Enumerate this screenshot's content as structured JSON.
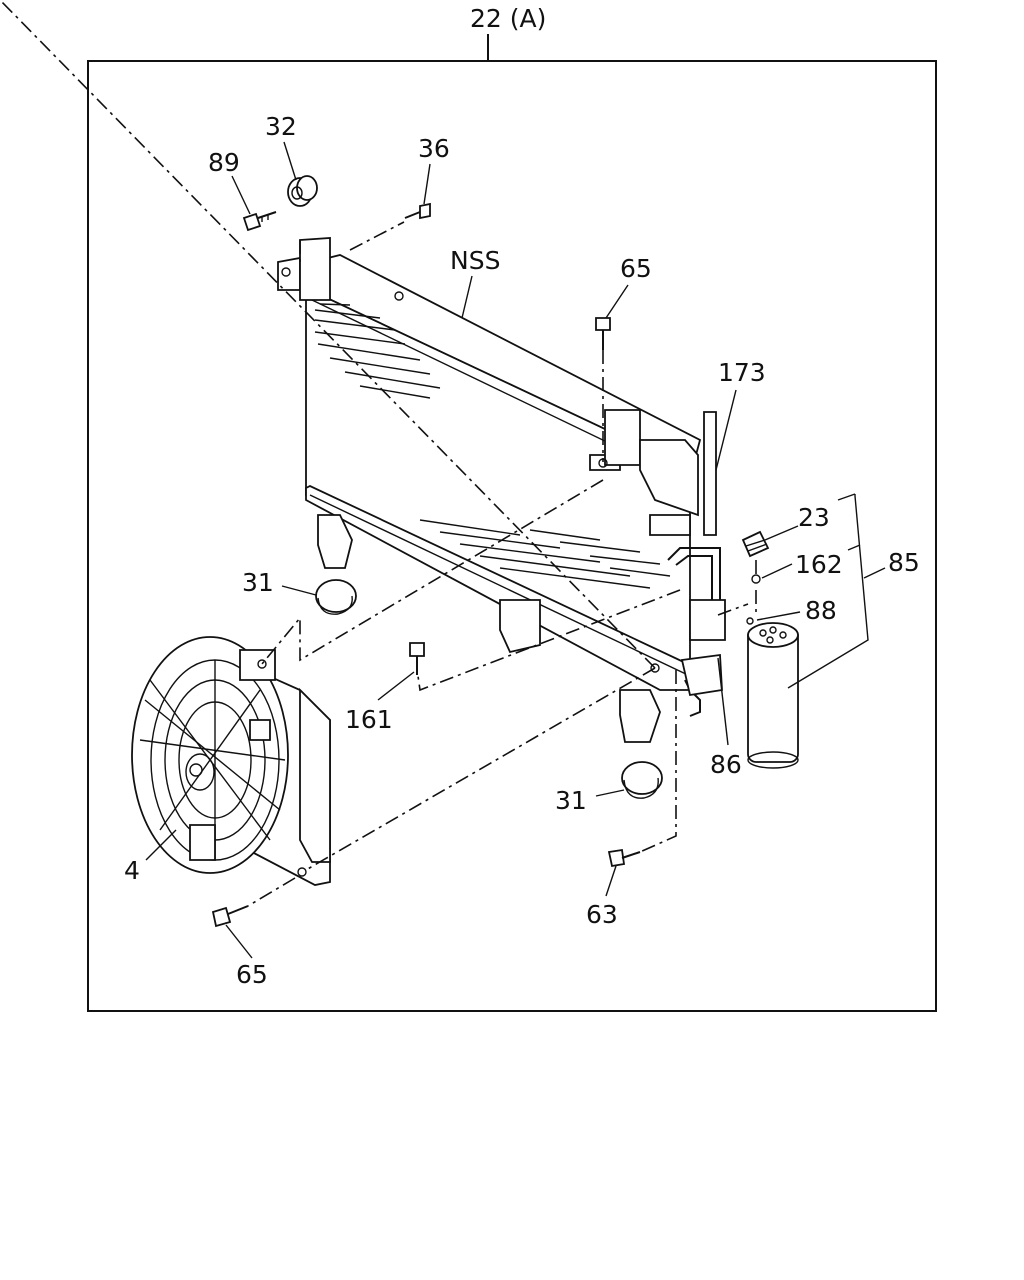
{
  "diagram": {
    "frame_label": "22 (A)",
    "part_labels": {
      "p89": "89",
      "p32": "32",
      "p36": "36",
      "nss": "NSS",
      "p65_top": "65",
      "p173": "173",
      "p23": "23",
      "p162": "162",
      "p85": "85",
      "p88": "88",
      "p31_left": "31",
      "p161": "161",
      "p86": "86",
      "p31_right": "31",
      "p4": "4",
      "p63": "63",
      "p65_bottom": "65"
    }
  }
}
